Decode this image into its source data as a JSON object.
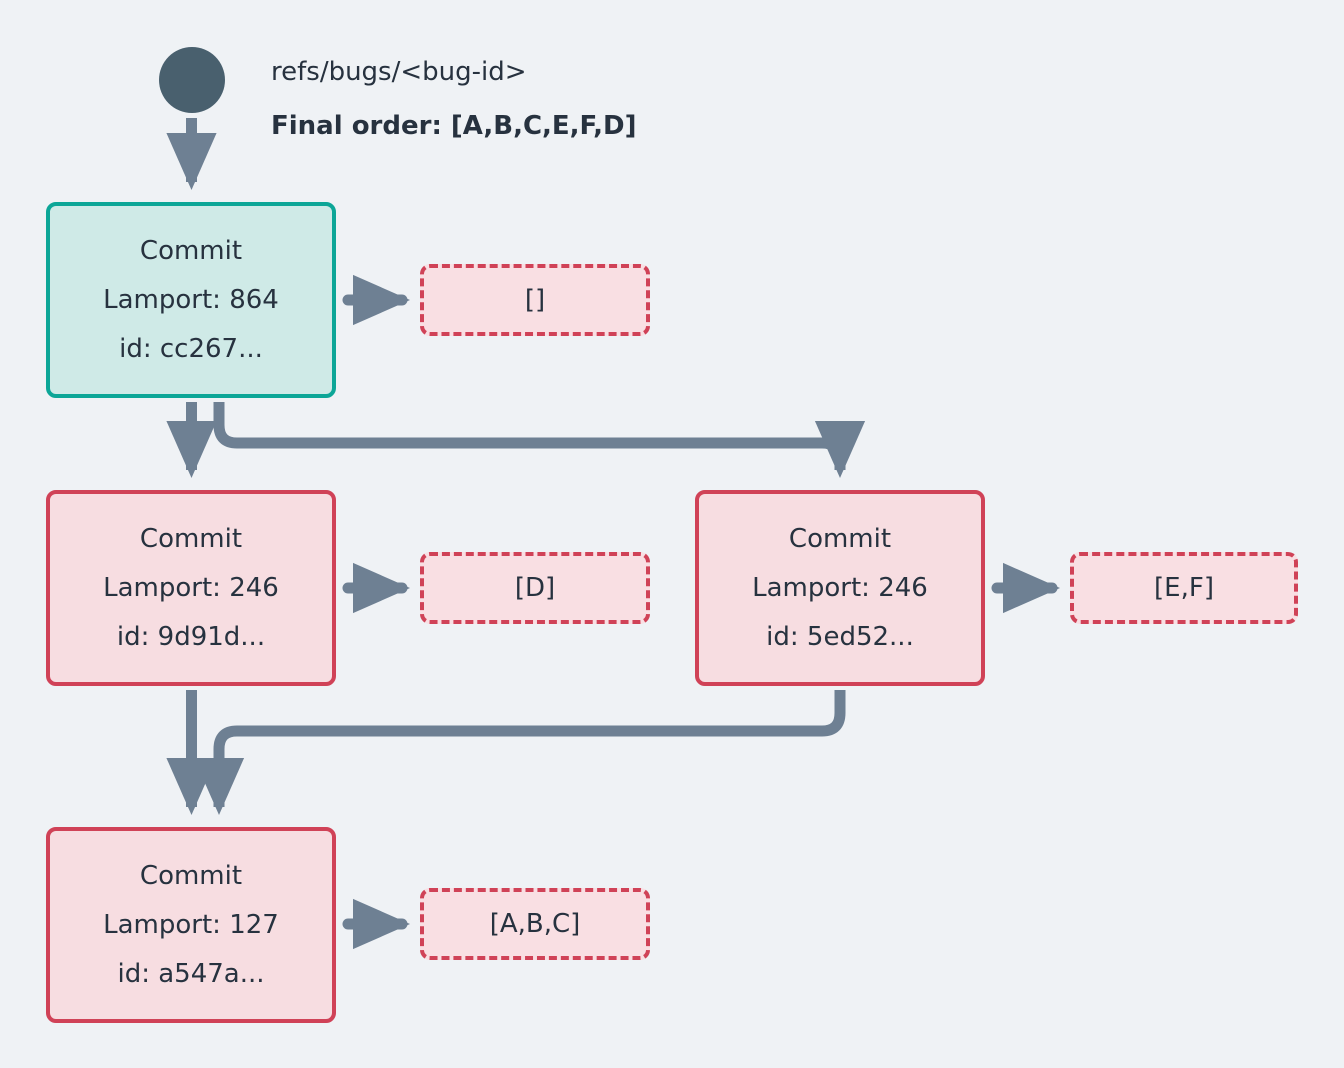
{
  "background_color": "#eff2f5",
  "colors": {
    "start_node": "#49606e",
    "edge": "#6e8093",
    "teal_border": "#0ca697",
    "teal_fill": "#cfeae7",
    "pink_border": "#d04257",
    "pink_fill": "#f7dde1",
    "opbox_fill": "#f9dfe3",
    "text": "#27323f"
  },
  "header": {
    "ref_label": "refs/bugs/<bug-id>",
    "final_order_label": "Final order: [A,B,C,E,F,D]"
  },
  "start_node": {
    "icon": "filled-circle-icon"
  },
  "nodes": [
    {
      "id": "node-a",
      "style": "teal",
      "title": "Commit",
      "lamport": "Lamport: 864",
      "commit_id": "id: cc267..."
    },
    {
      "id": "node-b",
      "style": "pink",
      "title": "Commit",
      "lamport": "Lamport: 246",
      "commit_id": "id: 9d91d..."
    },
    {
      "id": "node-c",
      "style": "pink",
      "title": "Commit",
      "lamport": "Lamport: 246",
      "commit_id": "id: 5ed52..."
    },
    {
      "id": "node-d",
      "style": "pink",
      "title": "Commit",
      "lamport": "Lamport: 127",
      "commit_id": "id: a547a..."
    }
  ],
  "op_boxes": [
    {
      "id": "op-a",
      "label": "[]",
      "source_node": "node-a"
    },
    {
      "id": "op-b",
      "label": "[D]",
      "source_node": "node-b"
    },
    {
      "id": "op-c",
      "label": "[E,F]",
      "source_node": "node-c"
    },
    {
      "id": "op-d",
      "label": "[A,B,C]",
      "source_node": "node-d"
    }
  ],
  "edges": [
    {
      "from": "start_node",
      "to": "node-a",
      "shape": "straight-down"
    },
    {
      "from": "node-a",
      "to": "node-b",
      "shape": "straight-down"
    },
    {
      "from": "node-a",
      "to": "node-c",
      "shape": "elbow-right"
    },
    {
      "from": "node-b",
      "to": "node-d",
      "shape": "straight-down"
    },
    {
      "from": "node-c",
      "to": "node-d",
      "shape": "elbow-left"
    },
    {
      "from": "node-a",
      "to": "op-a",
      "shape": "straight-right"
    },
    {
      "from": "node-b",
      "to": "op-b",
      "shape": "straight-right"
    },
    {
      "from": "node-c",
      "to": "op-c",
      "shape": "straight-right"
    },
    {
      "from": "node-d",
      "to": "op-d",
      "shape": "straight-right"
    }
  ]
}
